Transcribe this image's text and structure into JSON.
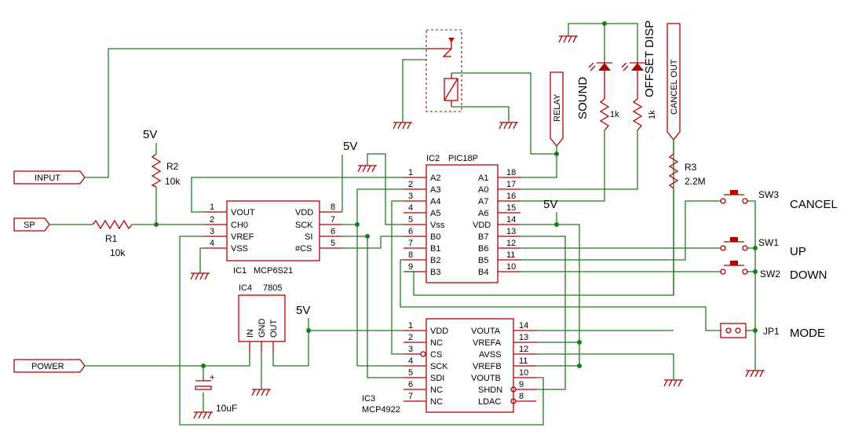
{
  "ports": {
    "input": "INPUT",
    "sp": "SP",
    "power": "POWER",
    "relay": "RELAY",
    "cancel_out": "CANCEL OUT"
  },
  "supply": {
    "v5": "5V"
  },
  "components": {
    "r1": {
      "ref": "R1",
      "value": "10k"
    },
    "r2": {
      "ref": "R2",
      "value": "10k"
    },
    "r3": {
      "ref": "R3",
      "value": "2.2M"
    },
    "r_sound": {
      "value": "1k"
    },
    "r_offset": {
      "value": "1k"
    },
    "cap": {
      "value": "10uF"
    },
    "led_sound": "SOUND",
    "led_offset": "OFFSET DISP",
    "sw3": {
      "ref": "SW3",
      "label": "CANCEL"
    },
    "sw1": {
      "ref": "SW1",
      "label": "UP"
    },
    "sw2": {
      "ref": "SW2",
      "label": "DOWN"
    },
    "jp1": {
      "ref": "JP1",
      "label": "MODE"
    }
  },
  "ics": {
    "ic1": {
      "ref": "IC1",
      "part": "MCP6S21",
      "left_pins": [
        {
          "n": "1",
          "name": "VOUT"
        },
        {
          "n": "2",
          "name": "CH0"
        },
        {
          "n": "3",
          "name": "VREF"
        },
        {
          "n": "4",
          "name": "VSS"
        }
      ],
      "right_pins": [
        {
          "n": "8",
          "name": "VDD"
        },
        {
          "n": "7",
          "name": "SCK"
        },
        {
          "n": "6",
          "name": "SI"
        },
        {
          "n": "5",
          "name": "#CS"
        }
      ]
    },
    "ic2": {
      "ref": "IC2",
      "part": "PIC18P",
      "left_pins": [
        {
          "n": "1",
          "name": "A2"
        },
        {
          "n": "2",
          "name": "A3"
        },
        {
          "n": "3",
          "name": "A4"
        },
        {
          "n": "4",
          "name": "A5"
        },
        {
          "n": "5",
          "name": "Vss"
        },
        {
          "n": "6",
          "name": "B0"
        },
        {
          "n": "7",
          "name": "B1"
        },
        {
          "n": "8",
          "name": "B2"
        },
        {
          "n": "9",
          "name": "B3"
        }
      ],
      "right_pins": [
        {
          "n": "18",
          "name": "A1"
        },
        {
          "n": "17",
          "name": "A0"
        },
        {
          "n": "16",
          "name": "A7"
        },
        {
          "n": "15",
          "name": "A6"
        },
        {
          "n": "14",
          "name": "VDD"
        },
        {
          "n": "13",
          "name": "B7"
        },
        {
          "n": "12",
          "name": "B6"
        },
        {
          "n": "11",
          "name": "B5"
        },
        {
          "n": "10",
          "name": "B4"
        }
      ]
    },
    "ic3": {
      "ref": "IC3",
      "part": "MCP4922",
      "left_pins": [
        {
          "n": "1",
          "name": "VDD"
        },
        {
          "n": "2",
          "name": "NC"
        },
        {
          "n": "3",
          "name": "CS"
        },
        {
          "n": "4",
          "name": "SCK"
        },
        {
          "n": "5",
          "name": "SDI"
        },
        {
          "n": "6",
          "name": "NC"
        },
        {
          "n": "7",
          "name": "NC"
        }
      ],
      "right_pins": [
        {
          "n": "14",
          "name": "VOUTA"
        },
        {
          "n": "13",
          "name": "VREFA"
        },
        {
          "n": "12",
          "name": "AVSS"
        },
        {
          "n": "11",
          "name": "VREFB"
        },
        {
          "n": "10",
          "name": "VOUTB"
        },
        {
          "n": "9",
          "name": "SHDN"
        },
        {
          "n": "8",
          "name": "LDAC"
        }
      ]
    },
    "ic4": {
      "ref": "IC4",
      "part": "7805",
      "pins": [
        "IN",
        "GND",
        "OUT"
      ]
    }
  }
}
